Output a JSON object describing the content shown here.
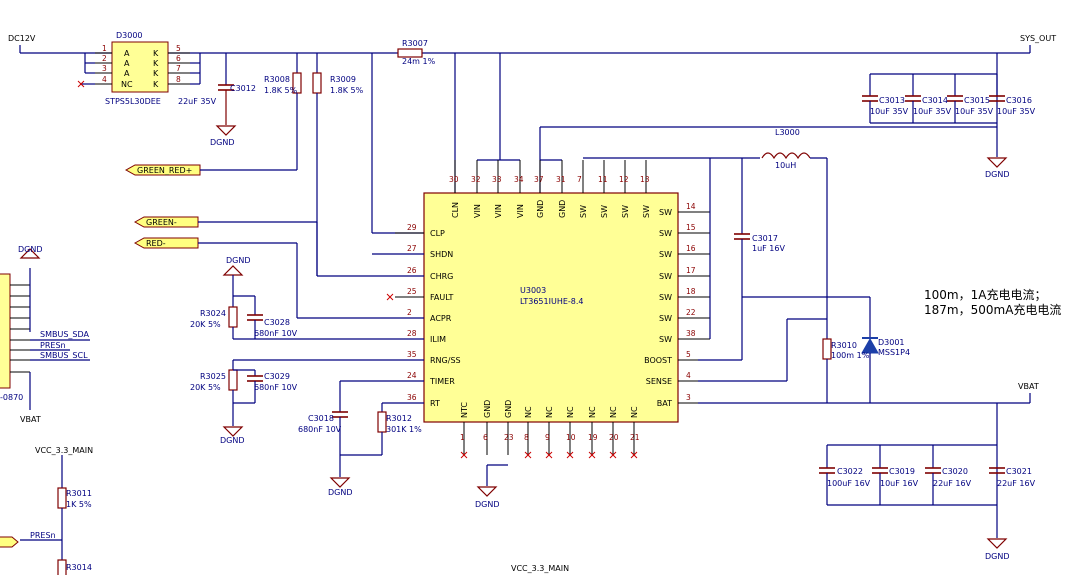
{
  "nets": {
    "dc12v": "DC12V",
    "sys_out": "SYS_OUT",
    "vbat": "VBAT",
    "vbat_left": "VBAT",
    "dgnd": "DGND",
    "vcc33": "VCC_3.3_MAIN",
    "vcc33_bottom": "VCC_3.3_MAIN",
    "green_red": "GREEN_RED+",
    "green": "GREEN-",
    "red": "RED-",
    "smbus_sda": "SMBUS_SDA",
    "presn": "PRESn",
    "smbus_scl": "SMBUS_SCL",
    "presn_bottom": "PRESn",
    "partial_ref": "-0870"
  },
  "diode_d3000": {
    "ref": "D3000",
    "part": "STPS5L30DEE",
    "pins_left": [
      {
        "num": "1",
        "name": "A"
      },
      {
        "num": "2",
        "name": "A"
      },
      {
        "num": "3",
        "name": "A"
      },
      {
        "num": "4",
        "name": "NC"
      }
    ],
    "pins_right": [
      {
        "num": "5",
        "name": "K"
      },
      {
        "num": "6",
        "name": "K"
      },
      {
        "num": "7",
        "name": "K"
      },
      {
        "num": "8",
        "name": "K"
      }
    ]
  },
  "ic": {
    "ref": "U3003",
    "part": "LT3651IUHE-8.4",
    "top_pins": [
      {
        "num": "30",
        "name": "CLN"
      },
      {
        "num": "32",
        "name": "VIN"
      },
      {
        "num": "33",
        "name": "VIN"
      },
      {
        "num": "34",
        "name": "VIN"
      },
      {
        "num": "37",
        "name": "GND"
      },
      {
        "num": "31",
        "name": "GND"
      },
      {
        "num": "7",
        "name": "SW"
      },
      {
        "num": "11",
        "name": "SW"
      },
      {
        "num": "12",
        "name": "SW"
      },
      {
        "num": "13",
        "name": "SW"
      }
    ],
    "left_pins": [
      {
        "num": "29",
        "name": "CLP"
      },
      {
        "num": "27",
        "name": "SHDN"
      },
      {
        "num": "26",
        "name": "CHRG"
      },
      {
        "num": "25",
        "name": "FAULT"
      },
      {
        "num": "2",
        "name": "ACPR"
      },
      {
        "num": "28",
        "name": "ILIM"
      },
      {
        "num": "35",
        "name": "RNG/SS"
      },
      {
        "num": "24",
        "name": "TIMER"
      },
      {
        "num": "36",
        "name": "RT"
      }
    ],
    "right_pins": [
      {
        "num": "14",
        "name": "SW"
      },
      {
        "num": "15",
        "name": "SW"
      },
      {
        "num": "16",
        "name": "SW"
      },
      {
        "num": "17",
        "name": "SW"
      },
      {
        "num": "18",
        "name": "SW"
      },
      {
        "num": "22",
        "name": "SW"
      },
      {
        "num": "38",
        "name": "SW"
      },
      {
        "num": "5",
        "name": "BOOST"
      },
      {
        "num": "4",
        "name": "SENSE"
      },
      {
        "num": "3",
        "name": "BAT"
      }
    ],
    "bottom_pins": [
      {
        "num": "1",
        "name": "NTC"
      },
      {
        "num": "6",
        "name": "GND"
      },
      {
        "num": "23",
        "name": "GND"
      },
      {
        "num": "8",
        "name": "NC"
      },
      {
        "num": "9",
        "name": "NC"
      },
      {
        "num": "10",
        "name": "NC"
      },
      {
        "num": "19",
        "name": "NC"
      },
      {
        "num": "20",
        "name": "NC"
      },
      {
        "num": "21",
        "name": "NC"
      }
    ]
  },
  "components": {
    "r3007": {
      "ref": "R3007",
      "val": "24m 1%"
    },
    "r3008": {
      "ref": "R3008",
      "val": "1.8K 5%"
    },
    "r3009": {
      "ref": "R3009",
      "val": "1.8K 5%"
    },
    "c3012": {
      "ref": "C3012",
      "val": "22uF 35V"
    },
    "c3013": {
      "ref": "C3013",
      "val": "10uF 35V"
    },
    "c3014": {
      "ref": "C3014",
      "val": "10uF 35V"
    },
    "c3015": {
      "ref": "C3015",
      "val": "10uF 35V"
    },
    "c3016": {
      "ref": "C3016",
      "val": "10uF 35V"
    },
    "l3000": {
      "ref": "L3000",
      "val": "10uH"
    },
    "c3017": {
      "ref": "C3017",
      "val": "1uF 16V"
    },
    "r3024": {
      "ref": "R3024",
      "val": "20K 5%"
    },
    "c3028": {
      "ref": "C3028",
      "val": "680nF 10V"
    },
    "r3025": {
      "ref": "R3025",
      "val": "20K 5%"
    },
    "c3029": {
      "ref": "C3029",
      "val": "680nF 10V"
    },
    "c3018": {
      "ref": "C3018",
      "val": "680nF 10V"
    },
    "r3012": {
      "ref": "R3012",
      "val": "301K 1%"
    },
    "r3010": {
      "ref": "R3010",
      "val": "100m 1%"
    },
    "d3001": {
      "ref": "D3001",
      "val": "MSS1P4"
    },
    "c3022": {
      "ref": "C3022",
      "val": "100uF 16V"
    },
    "c3019": {
      "ref": "C3019",
      "val": "10uF 16V"
    },
    "c3020": {
      "ref": "C3020",
      "val": "22uF 16V"
    },
    "c3021": {
      "ref": "C3021",
      "val": "22uF 16V"
    },
    "r3011": {
      "ref": "R3011",
      "val": "1K 5%"
    },
    "r3014": {
      "ref": "R3014"
    }
  },
  "notes": {
    "line1": "100m，1A充电电流；",
    "line2": "187m，500mA充电电流"
  },
  "colors": {
    "wire": "#00007f",
    "part": "#7f0000",
    "ic_fill": "#ffff96",
    "netlabel_fill": "#ffff80",
    "noconnect": "#cc0000"
  }
}
